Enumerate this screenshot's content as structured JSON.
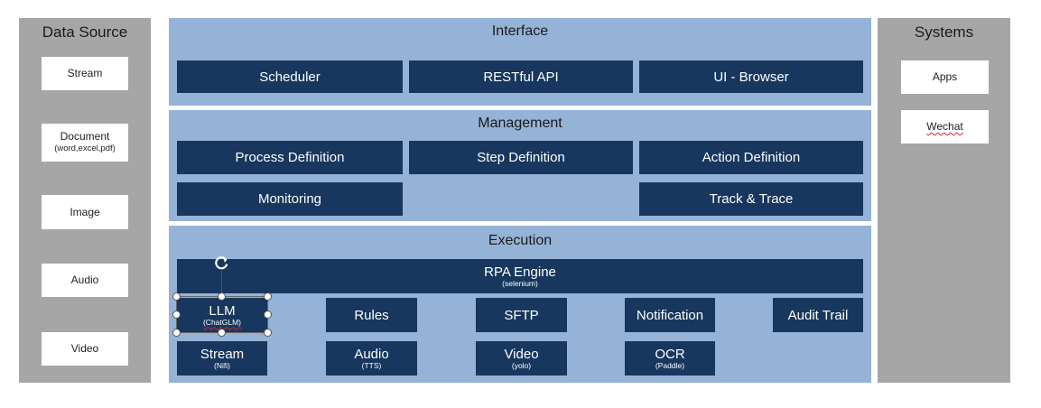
{
  "data_source": {
    "title": "Data Source",
    "items": [
      {
        "label": "Stream",
        "sub": ""
      },
      {
        "label": "Document",
        "sub": "(word,excel,pdf)"
      },
      {
        "label": "Image",
        "sub": ""
      },
      {
        "label": "Audio",
        "sub": ""
      },
      {
        "label": "Video",
        "sub": ""
      }
    ]
  },
  "systems": {
    "title": "Systems",
    "items": [
      {
        "label": "Apps"
      },
      {
        "label": "Wechat"
      }
    ]
  },
  "interface": {
    "title": "Interface",
    "items": [
      {
        "label": "Scheduler"
      },
      {
        "label": "RESTful API"
      },
      {
        "label": "UI - Browser"
      }
    ]
  },
  "management": {
    "title": "Management",
    "items": [
      {
        "label": "Process Definition"
      },
      {
        "label": "Step Definition"
      },
      {
        "label": "Action Definition"
      },
      {
        "label": "Monitoring"
      },
      {
        "label": "Track & Trace"
      }
    ]
  },
  "execution": {
    "title": "Execution",
    "engine": {
      "label": "RPA Engine",
      "sub": "(selenium)"
    },
    "row1": [
      {
        "label": "LLM",
        "sub": "(ChatGLM)"
      },
      {
        "label": "Rules"
      },
      {
        "label": "SFTP"
      },
      {
        "label": "Notification"
      },
      {
        "label": "Audit Trail"
      }
    ],
    "row2": [
      {
        "label": "Stream",
        "sub": "(Nifi)"
      },
      {
        "label": "Audio",
        "sub": "(TTS)"
      },
      {
        "label": "Video",
        "sub": "(yolo)"
      },
      {
        "label": "OCR",
        "sub": "(Paddle)"
      }
    ]
  },
  "colors": {
    "band": "#95b3d7",
    "box": "#17375e",
    "side": "#a6a6a6"
  }
}
